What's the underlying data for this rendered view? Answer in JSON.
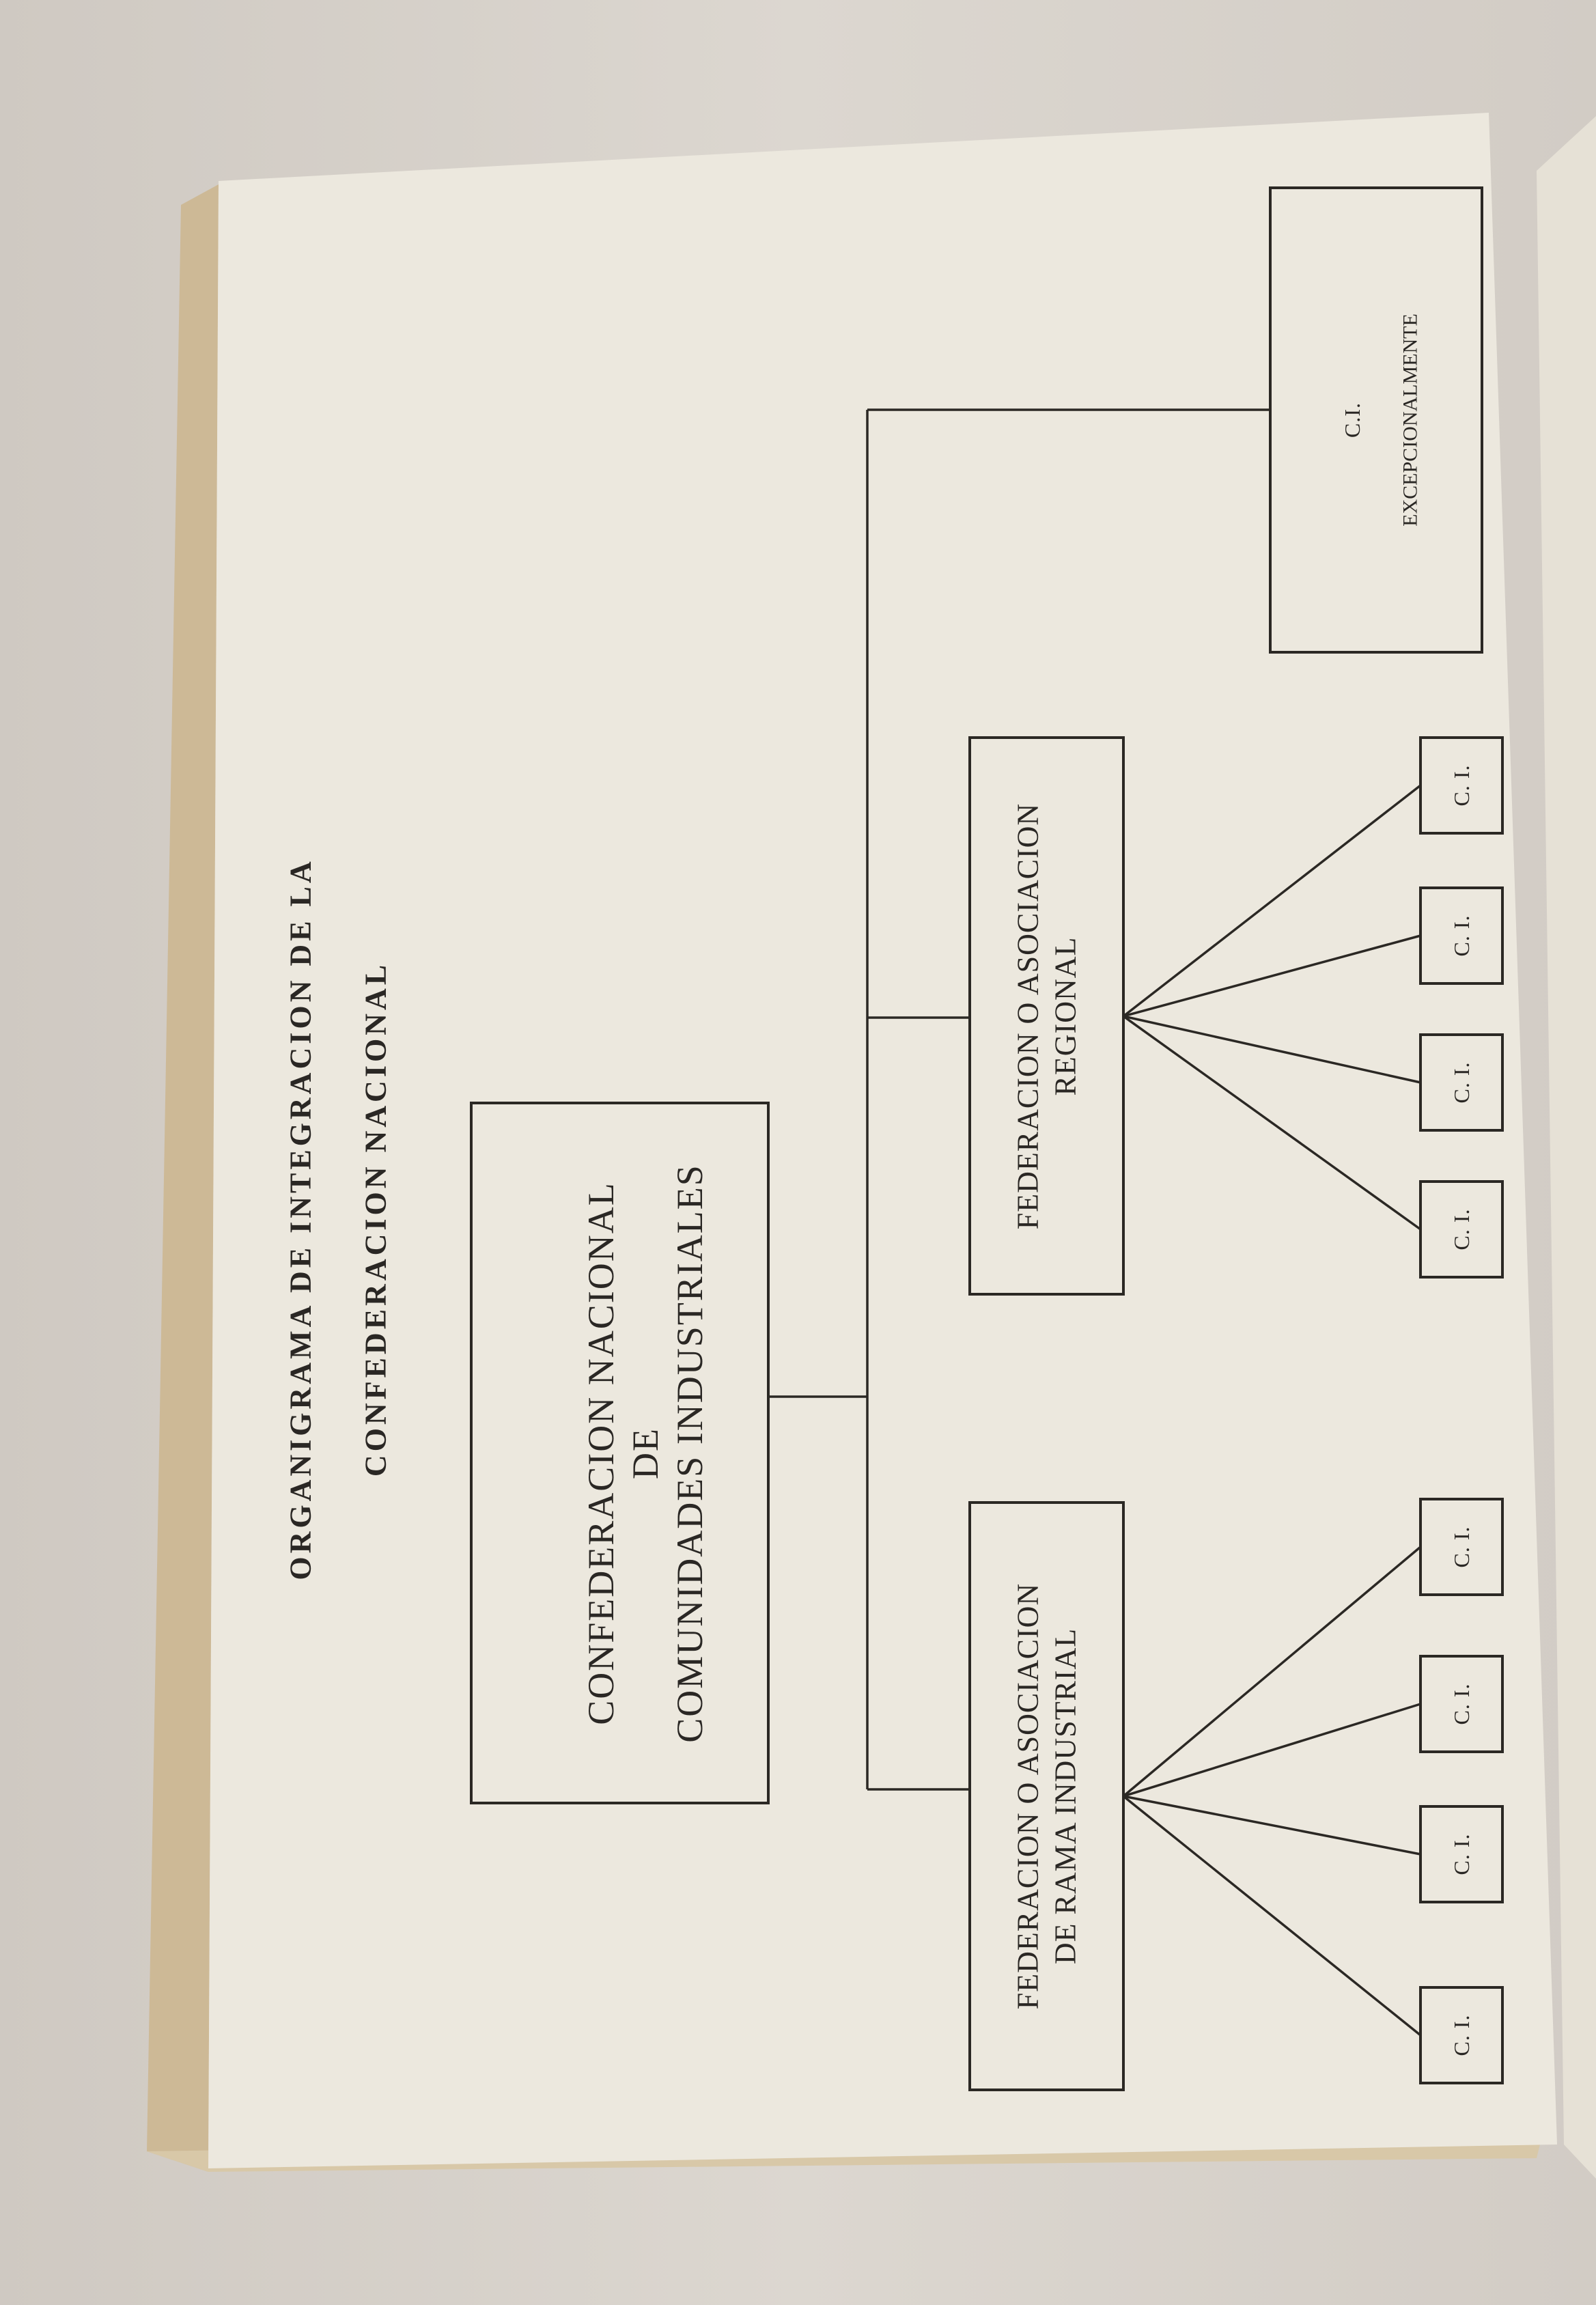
{
  "title": {
    "line1": "ORGANIGRAMA DE INTEGRACION DE LA",
    "line2": "CONFEDERACION NACIONAL"
  },
  "root": {
    "line1": "CONFEDERACION NACIONAL",
    "line2": "DE",
    "line3": "COMUNIDADES INDUSTRIALES"
  },
  "rama": {
    "line1": "FEDERACION O ASOCIACION",
    "line2": "DE RAMA INDUSTRIAL",
    "children": [
      "C. I.",
      "C. I.",
      "C. I.",
      "C. I."
    ]
  },
  "regional": {
    "line1": "FEDERACION O ASOCIACION",
    "line2": "REGIONAL",
    "children": [
      "C. I.",
      "C. I.",
      "C. I.",
      "C. I."
    ]
  },
  "exceptional": {
    "line1": "C.I.",
    "line2": "EXCEPCIONALMENTE"
  },
  "colors": {
    "paper": "#ece8de",
    "ink": "#2b2824",
    "page_edge": "#c9b89a"
  }
}
